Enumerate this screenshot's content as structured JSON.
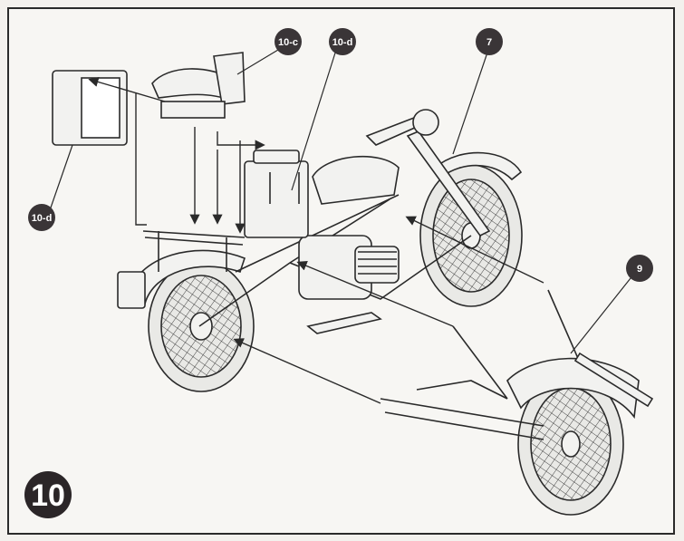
{
  "step": {
    "number": "10"
  },
  "callouts": {
    "c1": "10-c",
    "c2": "10-d",
    "c3": "7",
    "c4": "10-d",
    "c5": "9"
  },
  "colors": {
    "ink": "#2a2a2a",
    "badge": "#3a3537",
    "paper": "#f7f6f3"
  }
}
